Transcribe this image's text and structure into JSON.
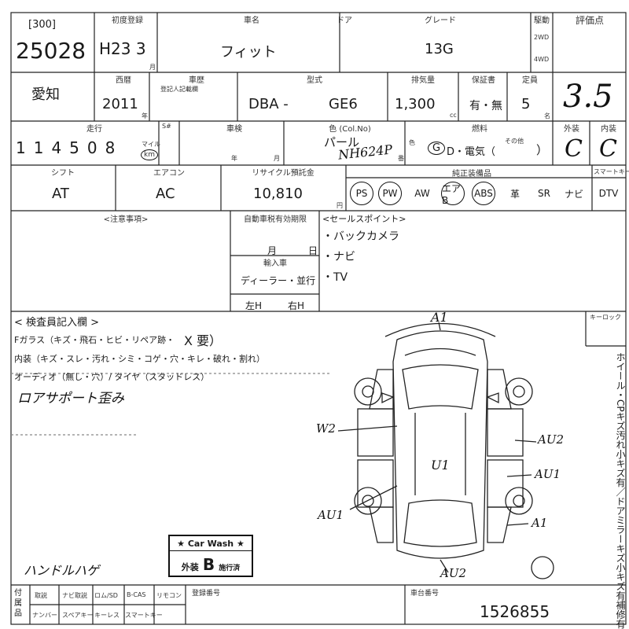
{
  "header": {
    "title": "オークション評価表"
  },
  "lot": {
    "code": "[300]",
    "number": "25028"
  },
  "registration": {
    "label": "初度登録",
    "value": "H23 3",
    "unit": "月"
  },
  "name": {
    "label": "車名",
    "value": "フィット"
  },
  "door": {
    "label": "ドア"
  },
  "grade": {
    "label": "グレード",
    "value": "13G"
  },
  "drive": {
    "label": "駆動",
    "opt1": "2WD",
    "opt2": "4WD"
  },
  "score": {
    "label": "評価点",
    "value": "3.5"
  },
  "region": {
    "label": "",
    "value": "愛知"
  },
  "year": {
    "label": "西暦",
    "value": "2011",
    "unit": "年"
  },
  "inspection": {
    "label": "車歴",
    "note": "登記人記載欄"
  },
  "model": {
    "label": "型式",
    "prefix": "DBA -",
    "value": "GE6"
  },
  "displacement": {
    "label": "排気量",
    "value": "1,300",
    "unit": "cc"
  },
  "assist": {
    "label": "保証書",
    "value": "有・無"
  },
  "capacity": {
    "label": "定員",
    "value": "5",
    "unit": "名"
  },
  "mileage": {
    "label": "走行",
    "value": "114508",
    "unit_mile": "マイル",
    "unit_km": "km"
  },
  "meter": {
    "label": "S#"
  },
  "shaken": {
    "label": "車検",
    "year": "年",
    "month": "月"
  },
  "color": {
    "label": "色 (Col.No)",
    "value": "パール",
    "code": "NH624P",
    "unit": "番"
  },
  "fuel": {
    "label": "燃料",
    "side": "色",
    "g": "G",
    "options": "D・電気（",
    "other": "その他",
    "close": "）"
  },
  "exterior": {
    "label": "外装",
    "value": "C"
  },
  "interior": {
    "label": "内装",
    "value": "C"
  },
  "shift": {
    "label": "シフト",
    "value": "AT"
  },
  "aircon": {
    "label": "エアコン",
    "value": "AC"
  },
  "recycle": {
    "label": "リサイクル預託金",
    "value": "10,810",
    "unit": "円"
  },
  "equipment": {
    "label": "純正装備品",
    "items": [
      {
        "name": "PS",
        "circled": true
      },
      {
        "name": "PW",
        "circled": true
      },
      {
        "name": "AW",
        "circled": false
      },
      {
        "name": "エアB",
        "circled": true
      },
      {
        "name": "ABS",
        "circled": true
      },
      {
        "name": "革",
        "circled": false
      },
      {
        "name": "SR",
        "circled": false
      },
      {
        "name": "ナビ",
        "circled": false
      },
      {
        "name": "DTV",
        "circled": false
      }
    ]
  },
  "keyless": {
    "label": "スマートキー"
  },
  "caution": {
    "label": "<注意事項>"
  },
  "expiry": {
    "label": "自動車税有効期限",
    "month": "月",
    "day": "日"
  },
  "import": {
    "label": "輸入車",
    "value": "ディーラー・並行"
  },
  "handle": {
    "left": "左H",
    "right": "右H"
  },
  "sales_points": {
    "label": "<セールスポイント>",
    "items": [
      "・バックカメラ",
      "・ナビ",
      "・TV"
    ]
  },
  "inspector": {
    "label": "< 検査員記入欄 >",
    "windshield": "Fガラス（キズ・飛石・ヒビ・リペア跡・",
    "windshield_mark": "X 要）",
    "interior_line": "内装（キズ・スレ・汚れ・シミ・コゲ・穴・キレ・破れ・割れ）",
    "audio_line": "オーディオ（無し・穴）/ タイヤ（スタッドレス）",
    "handwritten1": "ロアサポート歪み",
    "handwritten2": "ハンドルハゲ"
  },
  "diagram": {
    "keyrock": "キーロック",
    "marks": [
      "A1",
      "W2",
      "AU2",
      "U1",
      "AU1",
      "AU1",
      "A1",
      "AU2"
    ]
  },
  "carwash": {
    "title": "★ Car Wash ★",
    "grade_pre": "外装",
    "grade": "B",
    "grade_post": "施行済"
  },
  "side_note": "ホイール・CPキズ汚れ小キズ有／ドアミラーキズ小キズ有補修有",
  "footer": {
    "accessories": "付属品",
    "row1": [
      "取説",
      "ナビ取説",
      "ロム/SD",
      "B-CAS",
      "リモコン"
    ],
    "row2": [
      "ナンバー",
      "スペアキー",
      "キーレス",
      "スマートキー"
    ],
    "reg_label": "登録番号",
    "chassis_label": "車台番号",
    "chassis_value": "1526855"
  }
}
